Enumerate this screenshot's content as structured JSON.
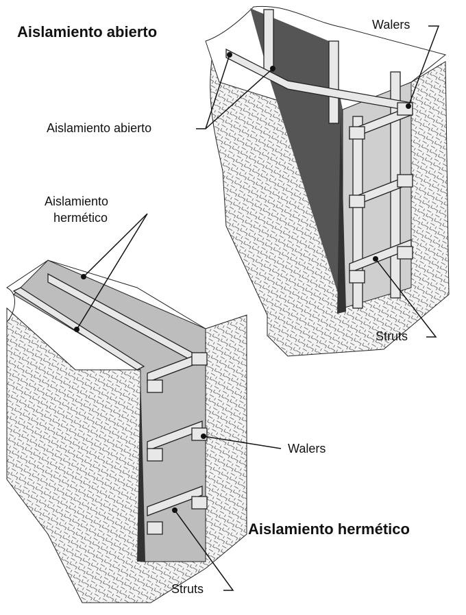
{
  "open": {
    "title": "Aislamiento abierto",
    "label_walers": "Walers",
    "label_sheathing": "Aislamiento abierto",
    "label_struts": "Struts"
  },
  "closed": {
    "title": "Aislamiento hermético",
    "label_sheathing_line1": "Aislamiento",
    "label_sheathing_line2": "hermético",
    "label_walers": "Walers",
    "label_struts": "Struts"
  }
}
